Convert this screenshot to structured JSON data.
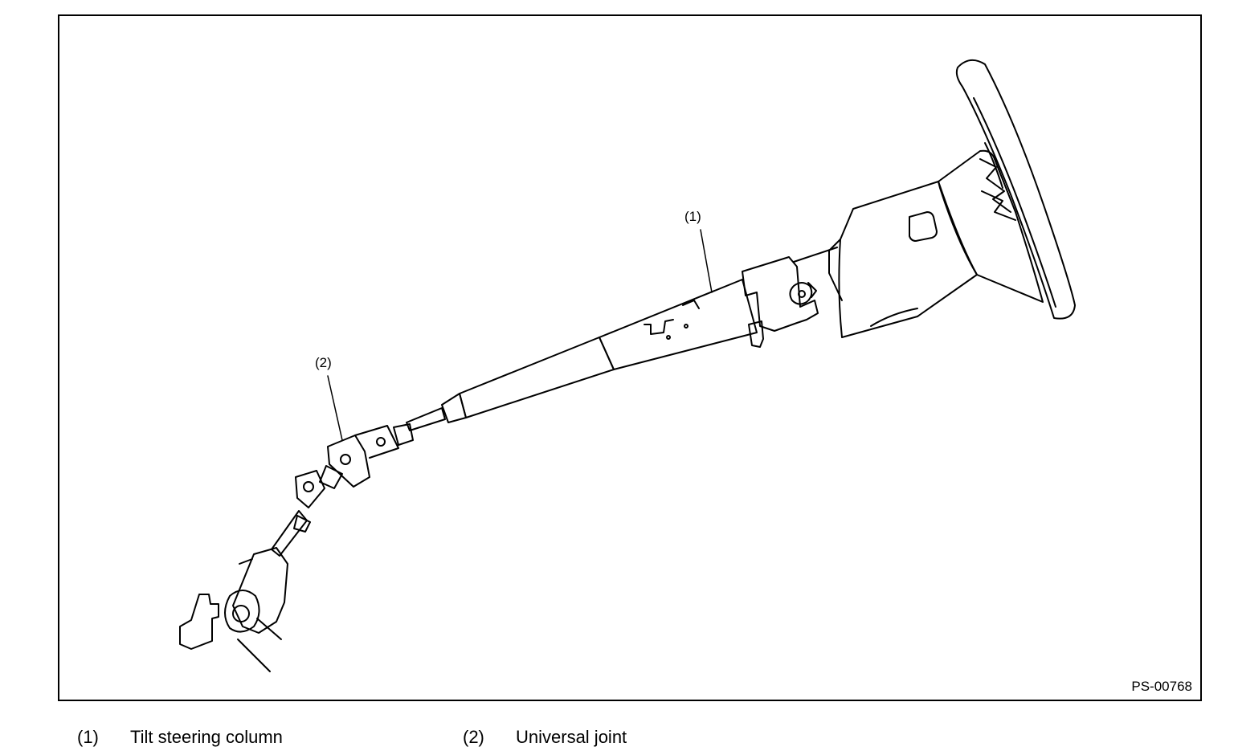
{
  "callouts": {
    "c1": "(1)",
    "c2": "(2)"
  },
  "figure_code": "PS-00768",
  "legend": [
    {
      "num": "(1)",
      "text": "Tilt steering column"
    },
    {
      "num": "(2)",
      "text": "Universal joint"
    }
  ],
  "colors": {
    "line": "#000000",
    "background": "#ffffff"
  }
}
